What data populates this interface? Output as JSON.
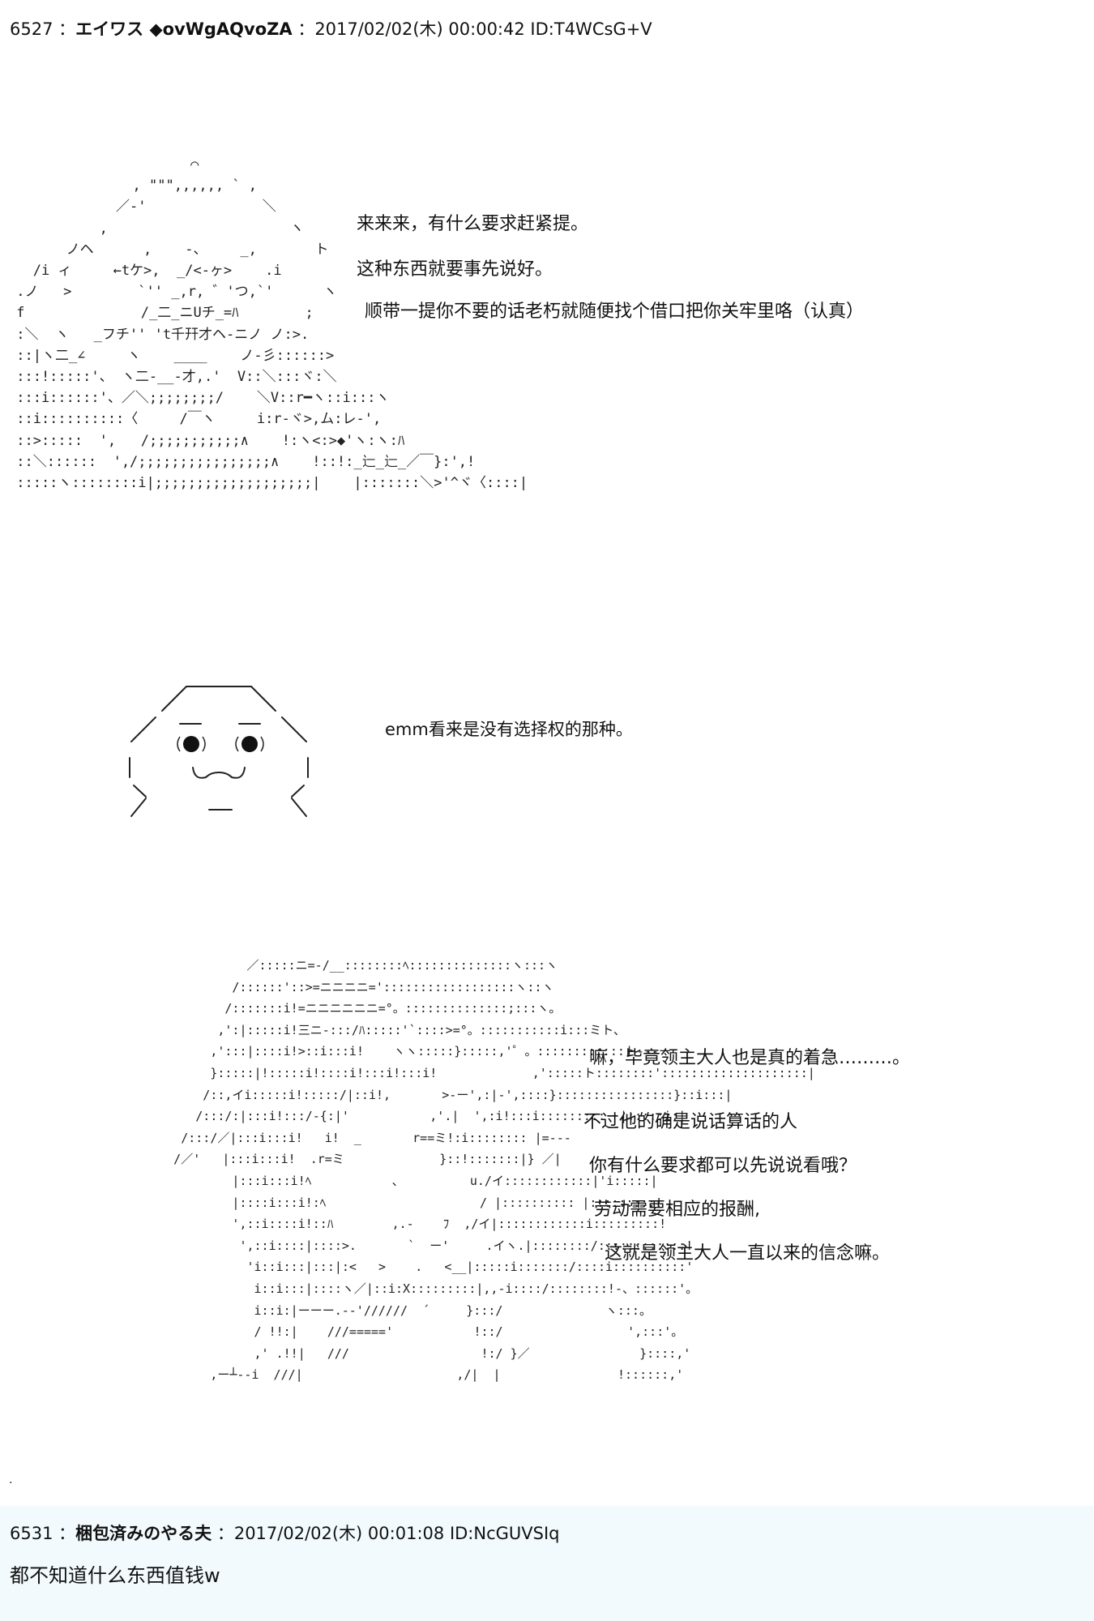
{
  "posts": [
    {
      "number": "6527",
      "name": "エイワス ◆ovWgAQvoZA",
      "date": "2017/02/02(木) 00:00:42",
      "id": "ID:T4WCsG+V",
      "aa1": "                      ⌒\n               , \"\"\",,,,,, ` ,\n             ／-'              ＼\n           ,                      ヽ\n       ノヘ      ,    ‐、    _,       ト\n   /i ィ     ←tケ>,  _/<-ヶ>    .i\n .ノ   >        `'' _,r, ゛'つ,`'      ヽ\n f              /_二_ニUチ_=ﾊ        ;\n :＼  ヽ   _フチ'' 't千幵才ヘ-ニノ ノ:>.\n ::|ヽ二_∠     ヽ    ____    ノ-彡::::::>\n :::!:::::'、 ヽ二-__-才,.'  V::＼:::ヾ:＼\n :::i::::::'、／＼;;;;;;;;/    ＼V::r━ヽ::i:::ヽ\n ::i::::::::::〈     /￣ヽ     i:r‐ヾ>,ム:レ-',\n ::>:::::  ',   /;;;;;;;;;;;∧    !:ヽ<:>◆'ヽ:ヽ:ﾊ\n ::＼::::::  ',/;;;;;;;;;;;;;;;;∧    !::!:_辷_辷_／￣}:',!\n :::::ヽ::::::::i|;;;;;;;;;;;;;;;;;;;|    |:::::::＼>'^ヾ〈::::|",
      "lines1": [
        "来来来，有什么要求赶紧提。",
        "这种东西就要事先说好。",
        "顺带一提你不要的话老朽就随便找个借口把你关牢里咯（认真）"
      ],
      "line2": "emm看来是没有选择权的那种。",
      "aa3": "                ／:::::ニ=-/__::::::::ﾍ::::::::::::::ヽ:::ヽ\n              /::::::'::>=ニニニニ='::::::::::::::::::ヽ::ヽ\n             /:::::::i!=ニニニニニニ=°。::::::::::::::;:::ヽ。\n            ,':|:::::i!三ニ-:::/ﾊ:::::'`::::>=°。:::::::::::i:::ミト、\n           ,':::|::::i!>::i:::i!    ヽヽ:::::}:::::,'゜。::::::::::::ト---ー\n           }:::::|!:::::i!::::i!:::i!:::i!             ,':::::ト::::::::'::::::::::::::::::::|\n          /::,イi:::::i!:::::/|::i!,       >-ー',:|-',::::}::::::::::::::::}::i:::|\n         /:::/:|:::i!:::/-{:|'           ,'.|  ',:i!:::i:::::::::  |:::::i:|\n       /:::/／|:::i:::i!   i!  _       r==ミ!:i:::::::: |=---\n      /／'   |:::i:::i!  .r=ミ             }::!:::::::|} ／|\n              |:::i:::i!ﾍ           、         u./イ::::::::::::|'i:::::|\n              |::::i:::i!:ﾍ                     / |:::::::::: |:::::::::!\n              ',::i::::i!::ﾊ        ,.-    ﾌ  ,/イ|::::::::::::i:::::::::!\n               ',::i::::|::::>.       `  ー'     .イヽ.|::::::::/::::::::::::!\n                'i::i:::|:::|:<   >    .   <__|:::::i:::::::/::::i::::::::::'\n                 i::i:::|::::ヽ／|::i:X:::::::::|,,-i::::/::::::::!-、::::::'。\n                 i::i:|ーーー.--'//////  ´     }:::/              ヽ:::。\n                 / !!:|    ///====='           !::/                 ',:::'。\n                 ,' .!!|   ///                  !:/ }／               }::::,'\n           ,ー┴--i  ///|                     ,/|  |                !::::::,'",
      "lines3": [
        "嘛，毕竟领主大人也是真的着急………。",
        "不过他的确是说话算话的人",
        "你有什么要求都可以先说说看哦？",
        "劳动需要相应的报酬,",
        "这就是领主大人一直以来的信念嘛。"
      ],
      "trailing": "."
    },
    {
      "number": "6531",
      "name": "梱包済みのやる夫",
      "date": "2017/02/02(木) 00:01:08",
      "id": "ID:NcGUVSIq",
      "body": "都不知道什么东西值钱w"
    }
  ]
}
